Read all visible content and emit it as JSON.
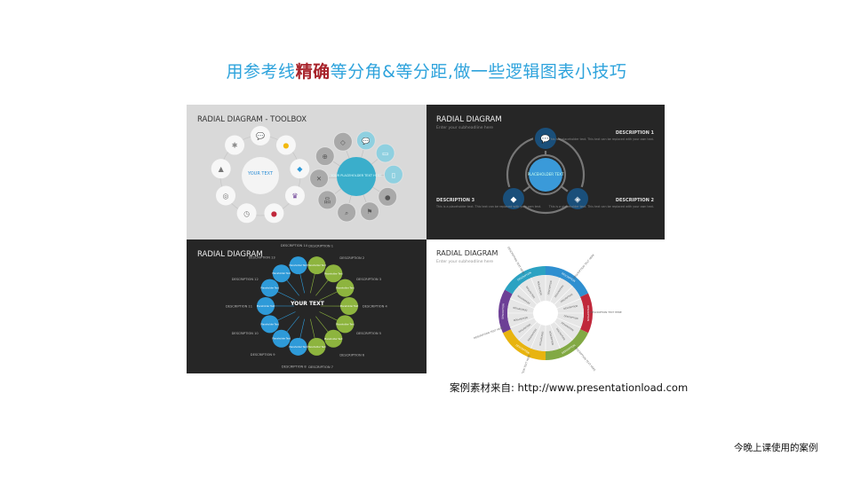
{
  "title": {
    "part1": "用参考线",
    "highlight": "精确",
    "part2": "等分角&等分距,做一些逻辑图表小技巧"
  },
  "colors": {
    "title": "#2ea3dc",
    "highlight": "#a8242c",
    "dark_bg": "#262626",
    "light_bg": "#d9d9d9",
    "blue": "#2e9ad8",
    "green": "#8db43e",
    "teal": "#3aaecb",
    "navy": "#1a4f7a"
  },
  "panel1": {
    "heading": "RADIAL DIAGRAM - TOOLBOX",
    "left_center": "YOUR TEXT",
    "left_icons": [
      "chat-icon",
      "lightbulb-icon",
      "dropbox-icon",
      "crown-icon",
      "map-pin-icon",
      "stopwatch-icon",
      "target-icon",
      "user-icon",
      "gears-icon"
    ],
    "right_center": "YOUR PLACEHOLDER TEXT HERE",
    "right_icons": [
      "chat-icon",
      "presentation-icon",
      "clipboard-icon",
      "coins-icon",
      "flag-icon",
      "search-icon",
      "org-chart-icon",
      "tools-icon",
      "globe-icon",
      "diamond-icon"
    ]
  },
  "panel2": {
    "heading": "RADIAL DIAGRAM",
    "subheading": "Enter your subheadline here",
    "center": "PLACEHOLDER TEXT",
    "descriptions": [
      {
        "title": "DESCRIPTION 1",
        "text": "This is a placeholder text. This text can be replaced with your own text."
      },
      {
        "title": "DESCRIPTION 2",
        "text": "This is a placeholder text. This text can be replaced with your own text."
      },
      {
        "title": "DESCRIPTION 3",
        "text": "This is a placeholder text. This text can be replaced with your own text."
      }
    ],
    "icons": [
      "chat-icon",
      "diamond-icon",
      "dropbox-icon"
    ]
  },
  "panel3": {
    "heading": "RADIAL DIAGRAM",
    "center": "YOUR TEXT",
    "node_text": "Placeholder Text",
    "labels": [
      "DESCRIPTION 1",
      "DESCRIPTION 2",
      "DESCRIPTION 3",
      "DESCRIPTION 4",
      "DESCRIPTION 5",
      "DESCRIPTION 6",
      "DESCRIPTION 7",
      "DESCRIPTION 8",
      "DESCRIPTION 9",
      "DESCRIPTION 10",
      "DESCRIPTION 11",
      "DESCRIPTION 12",
      "DESCRIPTION 13",
      "DESCRIPTION 14"
    ]
  },
  "panel4": {
    "heading": "RADIAL DIAGRAM",
    "subheading": "Enter your subheadline here",
    "segment_label": "DESCRIPTION",
    "segment_colors": [
      "#2f8fd0",
      "#c0283b",
      "#82a944",
      "#e8b40f",
      "#6d3f96",
      "#2ca2c2"
    ],
    "outer_label": "DESCRIPTION TEXT HERE"
  },
  "source": "案例素材来自: http://www.presentationload.com",
  "footer": "今晚上课使用的案例"
}
